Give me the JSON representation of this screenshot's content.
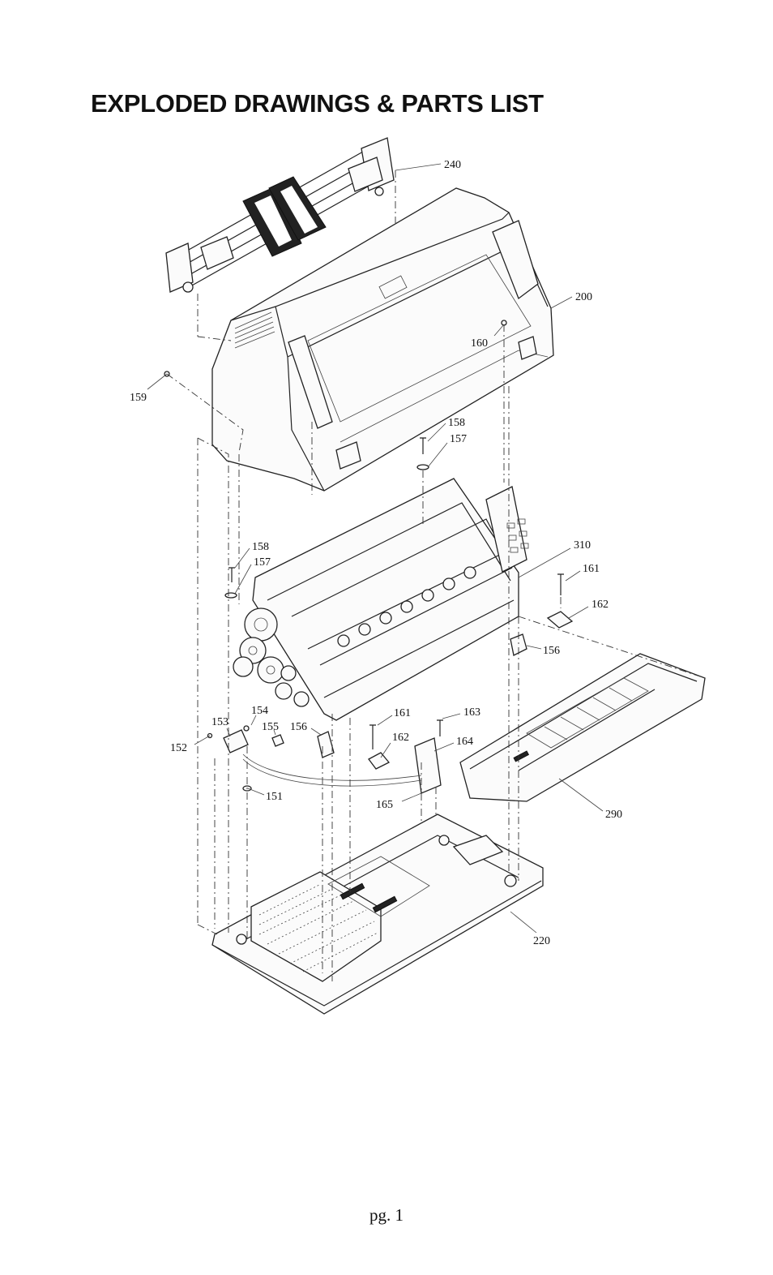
{
  "title": "EXPLODED DRAWINGS & PARTS LIST",
  "page_number": "pg. 1",
  "callouts": [
    {
      "id": "240",
      "text": "240"
    },
    {
      "id": "200",
      "text": "200"
    },
    {
      "id": "160",
      "text": "160"
    },
    {
      "id": "159",
      "text": "159"
    },
    {
      "id": "158a",
      "text": "158"
    },
    {
      "id": "157a",
      "text": "157"
    },
    {
      "id": "158b",
      "text": "158"
    },
    {
      "id": "157b",
      "text": "157"
    },
    {
      "id": "310",
      "text": "310"
    },
    {
      "id": "161a",
      "text": "161"
    },
    {
      "id": "162a",
      "text": "162"
    },
    {
      "id": "156a",
      "text": "156"
    },
    {
      "id": "154",
      "text": "154"
    },
    {
      "id": "153",
      "text": "153"
    },
    {
      "id": "155",
      "text": "155"
    },
    {
      "id": "156b",
      "text": "156"
    },
    {
      "id": "161b",
      "text": "161"
    },
    {
      "id": "163",
      "text": "163"
    },
    {
      "id": "162b",
      "text": "162"
    },
    {
      "id": "164",
      "text": "164"
    },
    {
      "id": "152",
      "text": "152"
    },
    {
      "id": "151",
      "text": "151"
    },
    {
      "id": "165",
      "text": "165"
    },
    {
      "id": "290",
      "text": "290"
    },
    {
      "id": "220",
      "text": "220"
    }
  ]
}
